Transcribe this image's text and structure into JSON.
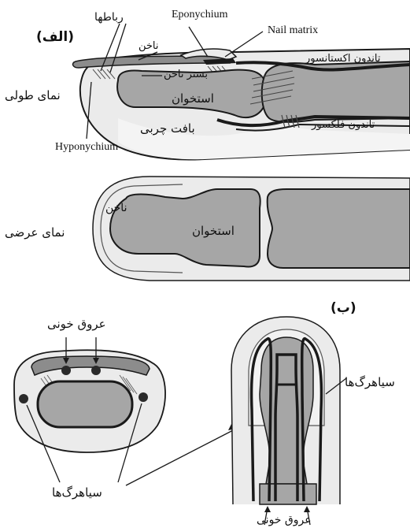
{
  "colors": {
    "outline": "#1a1a1a",
    "tissue": "#ebebeb",
    "bone": "#a6a6a6",
    "nail": "#8c8c8c",
    "vessel_dark": "#2a2a2a",
    "white": "#ffffff"
  },
  "panel_a": {
    "title": "(الف)",
    "longitudinal": {
      "view_label": "نمای طولی",
      "ligaments": "رباطها",
      "eponychium": "Eponychium",
      "nail": "ناخن",
      "nail_matrix": "Nail matrix",
      "nail_bed": "بستر ناخن",
      "extensor_tendon": "تاندون اکستانسور",
      "bone": "استخوان",
      "fat_tissue": "بافت چربی",
      "flexor_tendon": "تاندون فلکسور",
      "hyponychium": "Hyponychium"
    },
    "transverse": {
      "view_label": "نمای عرضی",
      "nail": "ناخن",
      "bone": "استخوان"
    }
  },
  "panel_b": {
    "title": "(ب)",
    "blood_vessels_top": "عروق خونی",
    "veins_right": "سیاهرگ‌ها",
    "veins_left": "سیاهرگ‌ها",
    "blood_vessels_bottom": "عروق خونی"
  }
}
